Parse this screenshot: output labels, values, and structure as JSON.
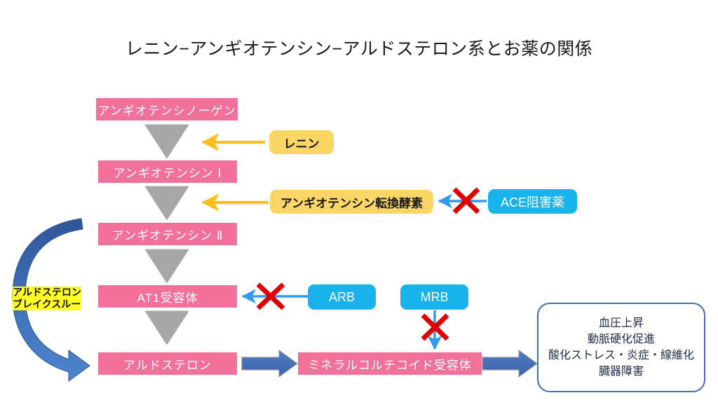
{
  "title": "レニン−アンギオテンシン−アルドステロン系とお薬の関係",
  "cascade": {
    "nodes": [
      {
        "id": "angiotensinogen",
        "label": "アンギオテンシノーゲン"
      },
      {
        "id": "angiotensin1",
        "label": "アンギオテンシン Ⅰ"
      },
      {
        "id": "angiotensin2",
        "label": "アンギオテンシン Ⅱ"
      },
      {
        "id": "at1-receptor",
        "label": "AT1受容体"
      },
      {
        "id": "aldosterone",
        "label": "アルドステロン"
      },
      {
        "id": "mr-receptor",
        "label": "ミネラルコルチコイド受容体"
      }
    ]
  },
  "enzymes": [
    {
      "id": "renin",
      "label": "レニン"
    },
    {
      "id": "ace",
      "label": "アンギオテンシン転換酵素"
    }
  ],
  "drugs": [
    {
      "id": "ace-inhibitor",
      "label": "ACE阻害薬"
    },
    {
      "id": "arb",
      "label": "ARB"
    },
    {
      "id": "mrb",
      "label": "MRB"
    }
  ],
  "annotations": {
    "breakthrough_line1": "アルドステロン",
    "breakthrough_line2": "ブレイクスルー"
  },
  "outcome": {
    "lines": [
      "血圧上昇",
      "動脈硬化促進",
      "酸化ストレス・炎症・線維化",
      "臓器障害"
    ]
  },
  "colors": {
    "pink": "#F2719A",
    "gold": "#FBD565",
    "blue": "#18B3EC",
    "highlight_yellow": "#FFFF22",
    "gray_triangle": "#A6A6A6",
    "block_arrow_blue": "#4472C4",
    "curved_arrow_blue": "#3F6EB5",
    "outcome_border": "#3E6DB5",
    "block_x_red": "#E00000",
    "thin_arrow_orange": "#FFBE1E",
    "thin_arrow_blue": "#2E9BF0"
  },
  "icons": {
    "block_mark": "red-x-icon",
    "inhibit_arrow": "blue-inhibit-arrow-icon",
    "catalyze_arrow": "orange-catalyze-arrow-icon",
    "flow_triangle": "gray-down-triangle-icon",
    "feedback_arrow": "blue-curved-feedback-arrow-icon",
    "effect_arrow": "blue-block-arrow-icon"
  }
}
